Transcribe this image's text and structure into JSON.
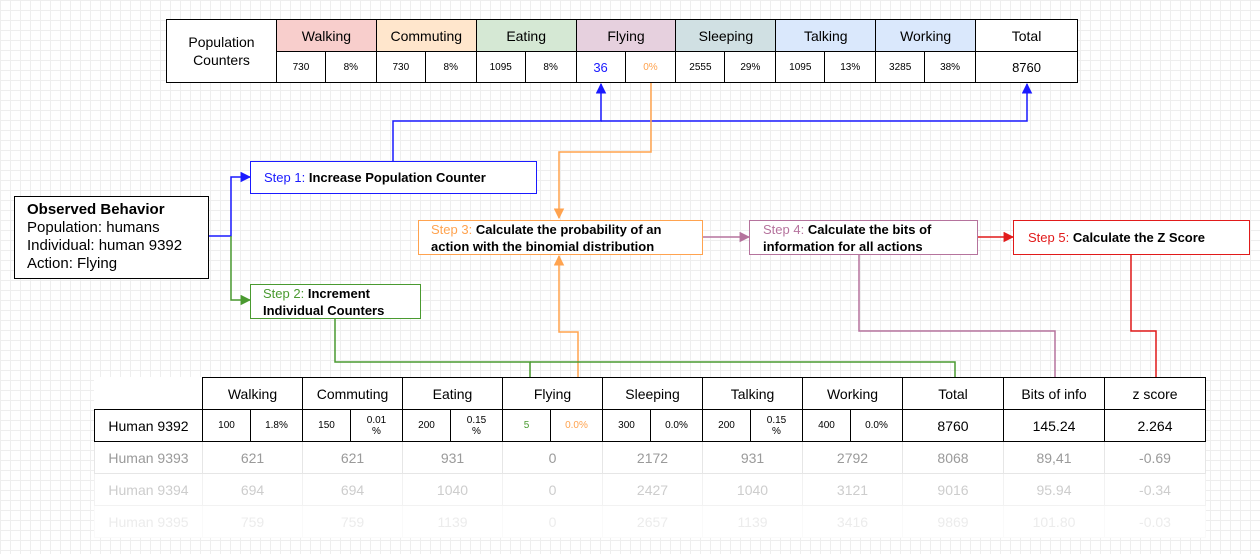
{
  "colors": {
    "blue": "#1a1aff",
    "orange": "#ffa34f",
    "green": "#4a9a30",
    "purple": "#b5739d",
    "red": "#e11a1a",
    "walking_bg": "#f8cecc",
    "commuting_bg": "#ffe6cc",
    "eating_bg": "#d5e8d4",
    "flying_bg": "#e6d0de",
    "sleeping_bg": "#d0e0e3",
    "talking_bg": "#dae8fc",
    "working_bg": "#dae8fc"
  },
  "population_table": {
    "label": "Population Counters",
    "headers": [
      "Walking",
      "Commuting",
      "Eating",
      "Flying",
      "Sleeping",
      "Talking",
      "Working",
      "Total"
    ],
    "counts": [
      "730",
      "730",
      "1095",
      "36",
      "2555",
      "1095",
      "3285"
    ],
    "percents": [
      "8%",
      "8%",
      "8%",
      "0%",
      "29%",
      "13%",
      "38%"
    ],
    "total": "8760"
  },
  "observed": {
    "title": "Observed Behavior",
    "population": "Population: humans",
    "individual": "Individual: human 9392",
    "action": "Action: Flying"
  },
  "steps": [
    {
      "prefix": "Step 1:",
      "text": "Increase Population Counter"
    },
    {
      "prefix": "Step 2:",
      "text": "Increment Individual Counters"
    },
    {
      "prefix": "Step 3:",
      "text": "Calculate the probability of an action with the binomial distribution"
    },
    {
      "prefix": "Step 4:",
      "text": "Calculate the bits of information for all actions"
    },
    {
      "prefix": "Step 5:",
      "text": "Calculate the Z Score"
    }
  ],
  "individual_table": {
    "headers": [
      "Walking",
      "Commuting",
      "Eating",
      "Flying",
      "Sleeping",
      "Talking",
      "Working",
      "Total",
      "Bits of info",
      "z score"
    ],
    "row1": {
      "name": "Human 9392",
      "counts": [
        "100",
        "150",
        "200",
        "5",
        "300",
        "200",
        "400"
      ],
      "percents": [
        "1.8%",
        "0.01 %",
        "0.15 %",
        "0.0%",
        "0.0%",
        "0.15 %",
        "0.0%"
      ],
      "total": "8760",
      "bits": "145.24",
      "z": "2.264"
    },
    "other_rows": [
      {
        "name": "Human 9393",
        "values": [
          "621",
          "621",
          "931",
          "0",
          "2172",
          "931",
          "2792",
          "8068",
          "89,41",
          "-0.69"
        ]
      },
      {
        "name": "Human 9394",
        "values": [
          "694",
          "694",
          "1040",
          "0",
          "2427",
          "1040",
          "3121",
          "9016",
          "95.94",
          "-0.34"
        ]
      },
      {
        "name": "Human 9395",
        "values": [
          "759",
          "759",
          "1139",
          "0",
          "2657",
          "1139",
          "3416",
          "9869",
          "101.80",
          "-0.03"
        ]
      }
    ]
  }
}
